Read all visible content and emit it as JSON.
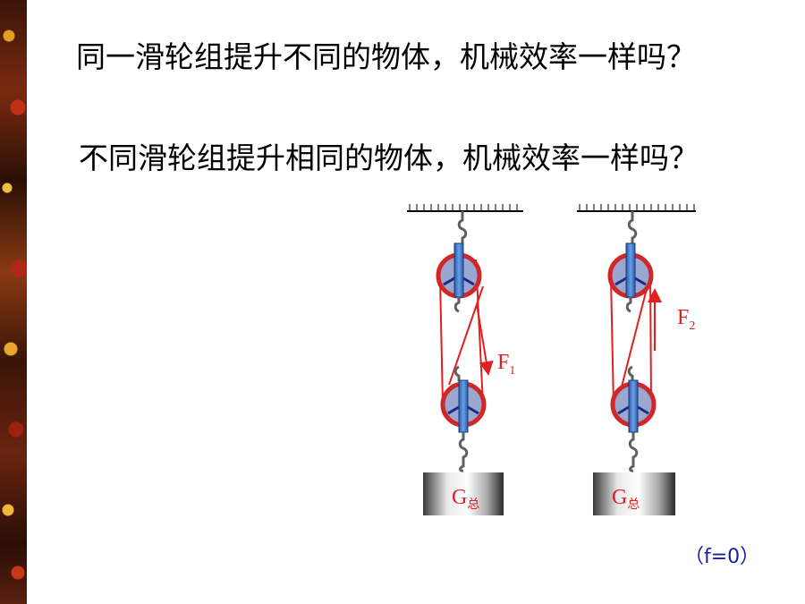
{
  "questions": [
    "同一滑轮组提升不同的物体，机械效率一样吗？",
    "不同滑轮组提升相同的物体，机械效率一样吗？"
  ],
  "diagram": {
    "left_system": {
      "force_symbol": "F",
      "force_sub": "1",
      "weight_symbol": "G",
      "weight_sub": "总"
    },
    "right_system": {
      "force_symbol": "F",
      "force_sub": "2",
      "weight_symbol": "G",
      "weight_sub": "总"
    }
  },
  "note": "（f=0）",
  "colors": {
    "rope": "#e02020",
    "pulley_rim": "#d02828",
    "pulley_face": "#9aa8d0",
    "spoke": "#1a2a8a",
    "hook": "#606060",
    "block_blue": "#3a6fc8",
    "label_red": "#e02020",
    "note_blue": "#1a1aa8"
  }
}
